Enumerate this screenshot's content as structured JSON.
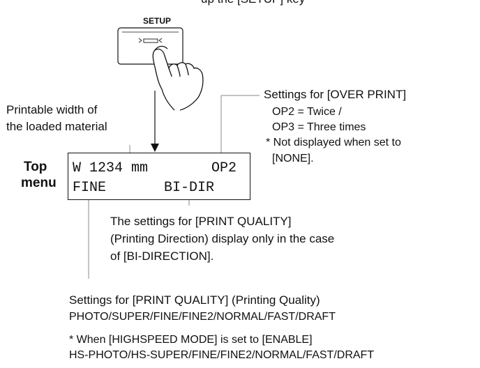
{
  "header_text": "up the [SETUP] key",
  "setup_key_label": "SETUP",
  "printable_width_label": [
    "Printable width of",
    "the loaded material"
  ],
  "over_print": {
    "title": "Settings for [OVER PRINT]",
    "line1": "OP2 = Twice /",
    "line2": "OP3 = Three times",
    "note1": "* Not displayed when set to",
    "note2": "[NONE]."
  },
  "top_menu_label": [
    "Top",
    "menu"
  ],
  "lcd": {
    "row1_left": "W 1234 mm",
    "row1_right": "OP2",
    "row2_left": "FINE",
    "row2_right": "BI-DIR"
  },
  "direction_note": [
    "The settings for [PRINT QUALITY]",
    "(Printing Direction) display only in the case",
    "of [BI-DIRECTION]."
  ],
  "quality_title": "Settings for [PRINT QUALITY] (Printing Quality)",
  "quality_values": "PHOTO/SUPER/FINE/FINE2/NORMAL/FAST/DRAFT",
  "highspeed_note": "* When [HIGHSPEED MODE] is set to [ENABLE]",
  "highspeed_values": "HS-PHOTO/HS-SUPER/FINE/FINE2/NORMAL/FAST/DRAFT"
}
